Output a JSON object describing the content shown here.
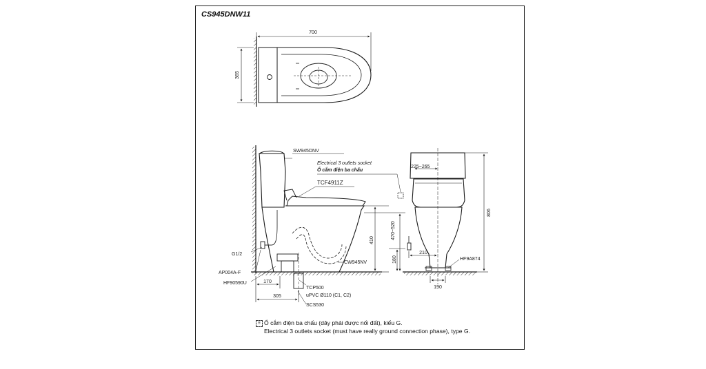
{
  "model_code": "CS945DNW11",
  "dimensions": {
    "top_width": "700",
    "top_depth": "365",
    "side_total_depth": "305",
    "side_rough_in": "170",
    "side_bowl_height": "410",
    "side_rim_height_range": "470~520",
    "side_inlet_height": "180",
    "front_tank_offset": "225~265",
    "front_total_height": "806",
    "front_inlet_offset": "210",
    "front_base_width": "190"
  },
  "parts": {
    "tank": "SW945DNV",
    "socket_en": "Electrical 3 outlets socket",
    "socket_vi": "Ổ cắm điện ba chấu",
    "seat": "TCF4911Z",
    "supply": "G1/2",
    "stop_valve": "AP004A-F",
    "hose": "HF90590U",
    "bowl": "CW945NV",
    "flange": "TCP500",
    "pipe": "uPVC Ø110 (C1, C2)",
    "seal": "SCS530",
    "front_hose": "HF9A874"
  },
  "legend": {
    "symbol": "⠿",
    "line_vi": "Ổ cắm điện ba chấu (dây phải được nối đất), kiểu G.",
    "line_en": "Electrical 3 outlets socket (must have really ground connection phase), type G."
  }
}
